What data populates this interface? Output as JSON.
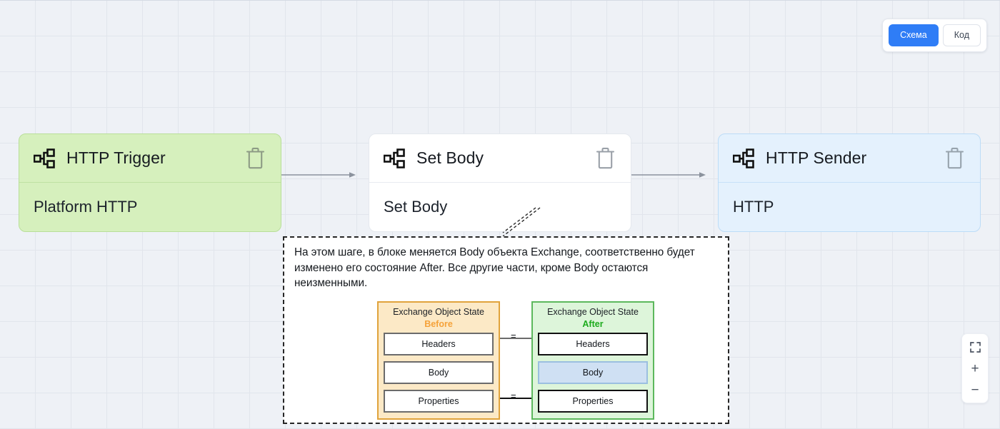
{
  "view_toggle": {
    "schema_label": "Схема",
    "code_label": "Код"
  },
  "flow": {
    "nodes": [
      {
        "title": "HTTP Trigger",
        "subtitle": "Platform HTTP",
        "color": "#d6f0bd",
        "icon": "sitemap-icon",
        "delete_icon": "trash-icon"
      },
      {
        "title": "Set Body",
        "subtitle": "Set Body",
        "color": "#ffffff",
        "icon": "sitemap-icon",
        "delete_icon": "trash-icon"
      },
      {
        "title": "HTTP Sender",
        "subtitle": "HTTP",
        "color": "#e4f1fd",
        "icon": "sitemap-icon",
        "delete_icon": "trash-icon"
      }
    ]
  },
  "tooltip": {
    "text": "На этом шаге, в блоке меняется Body объекта Exchange, соответственно будет изменено его состояние After. Все другие части, кроме Body остаются неизменными.",
    "before": {
      "title": "Exchange Object State",
      "state": "Before",
      "state_color": "#f5a23a",
      "rows": [
        "Headers",
        "Body",
        "Properties"
      ]
    },
    "after": {
      "title": "Exchange Object State",
      "state": "After",
      "state_color": "#1cab1c",
      "rows": [
        "Headers",
        "Body",
        "Properties"
      ],
      "highlighted_row": "Body",
      "highlight_color": "#cfe0f3"
    },
    "equality_labels": [
      "=",
      "="
    ]
  },
  "zoom_controls": {
    "fit_view_icon": "fit-view-icon",
    "zoom_in_label": "+",
    "zoom_out_label": "−"
  }
}
